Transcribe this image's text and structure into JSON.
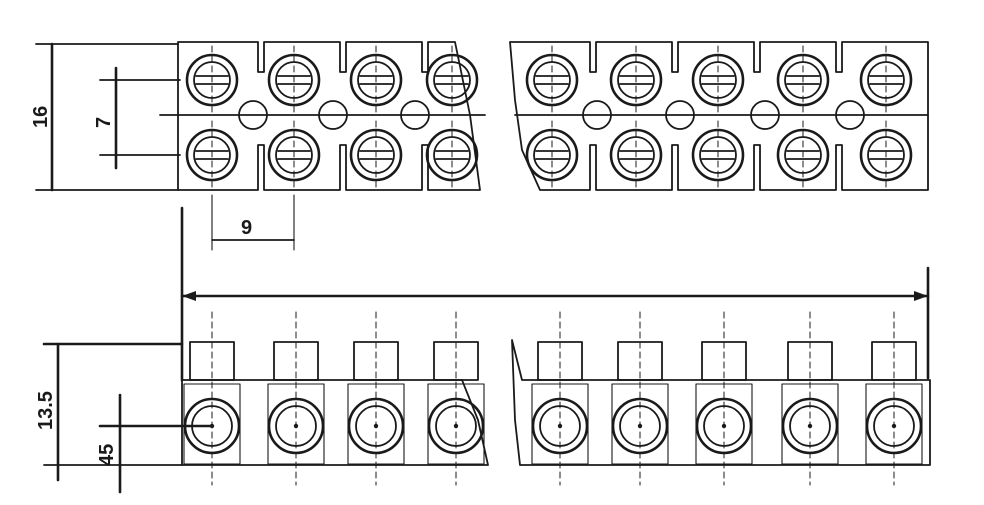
{
  "dimensions": {
    "top_height": "16",
    "screw_pitch_vertical": "7",
    "terminal_pitch": "9",
    "side_height": "13.5",
    "screw_axis_height": "45"
  },
  "colors": {
    "ink": "#1a1a1a",
    "paper": "#ffffff"
  }
}
